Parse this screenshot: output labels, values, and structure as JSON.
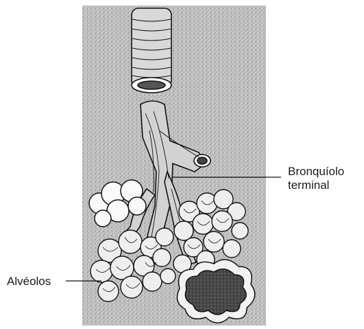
{
  "labels": {
    "bronquiolo_line1": "Bronquíolo",
    "bronquiolo_line2": "terminal",
    "alveolos": "Alvéolos"
  }
}
